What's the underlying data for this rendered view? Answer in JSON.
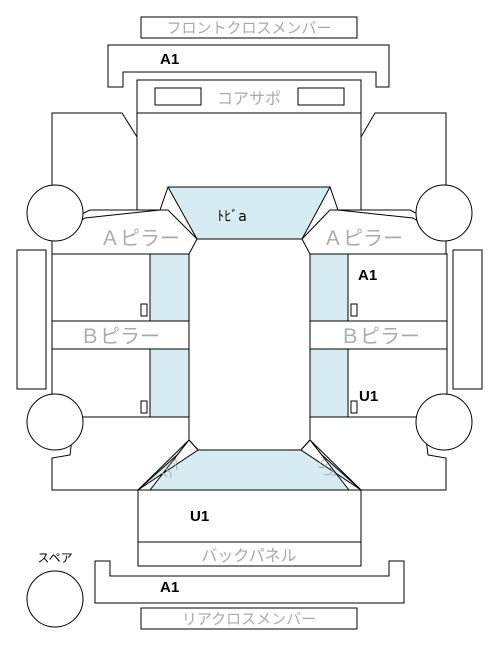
{
  "labels": {
    "front_cross_member": "フロントクロスメンバー",
    "core_support": "コアサポ",
    "a_pillar_left": "Ａピラー",
    "a_pillar_right": "Ａピラー",
    "b_pillar_left": "Ｂピラー",
    "b_pillar_right": "Ｂピラー",
    "back_panel": "バックパネル",
    "rear_cross_member": "リアクロスメンバー",
    "spare": "スペア",
    "roof_left_rear_corner": "リア",
    "roof_right_rear_corner": "リア",
    "door_label": "ﾄﾋﾞa"
  },
  "grades": {
    "front_cross_member": "A1",
    "right_front_door": "A1",
    "right_rear_door": "U1",
    "trunk": "U1",
    "rear_cross_member": "A1"
  }
}
